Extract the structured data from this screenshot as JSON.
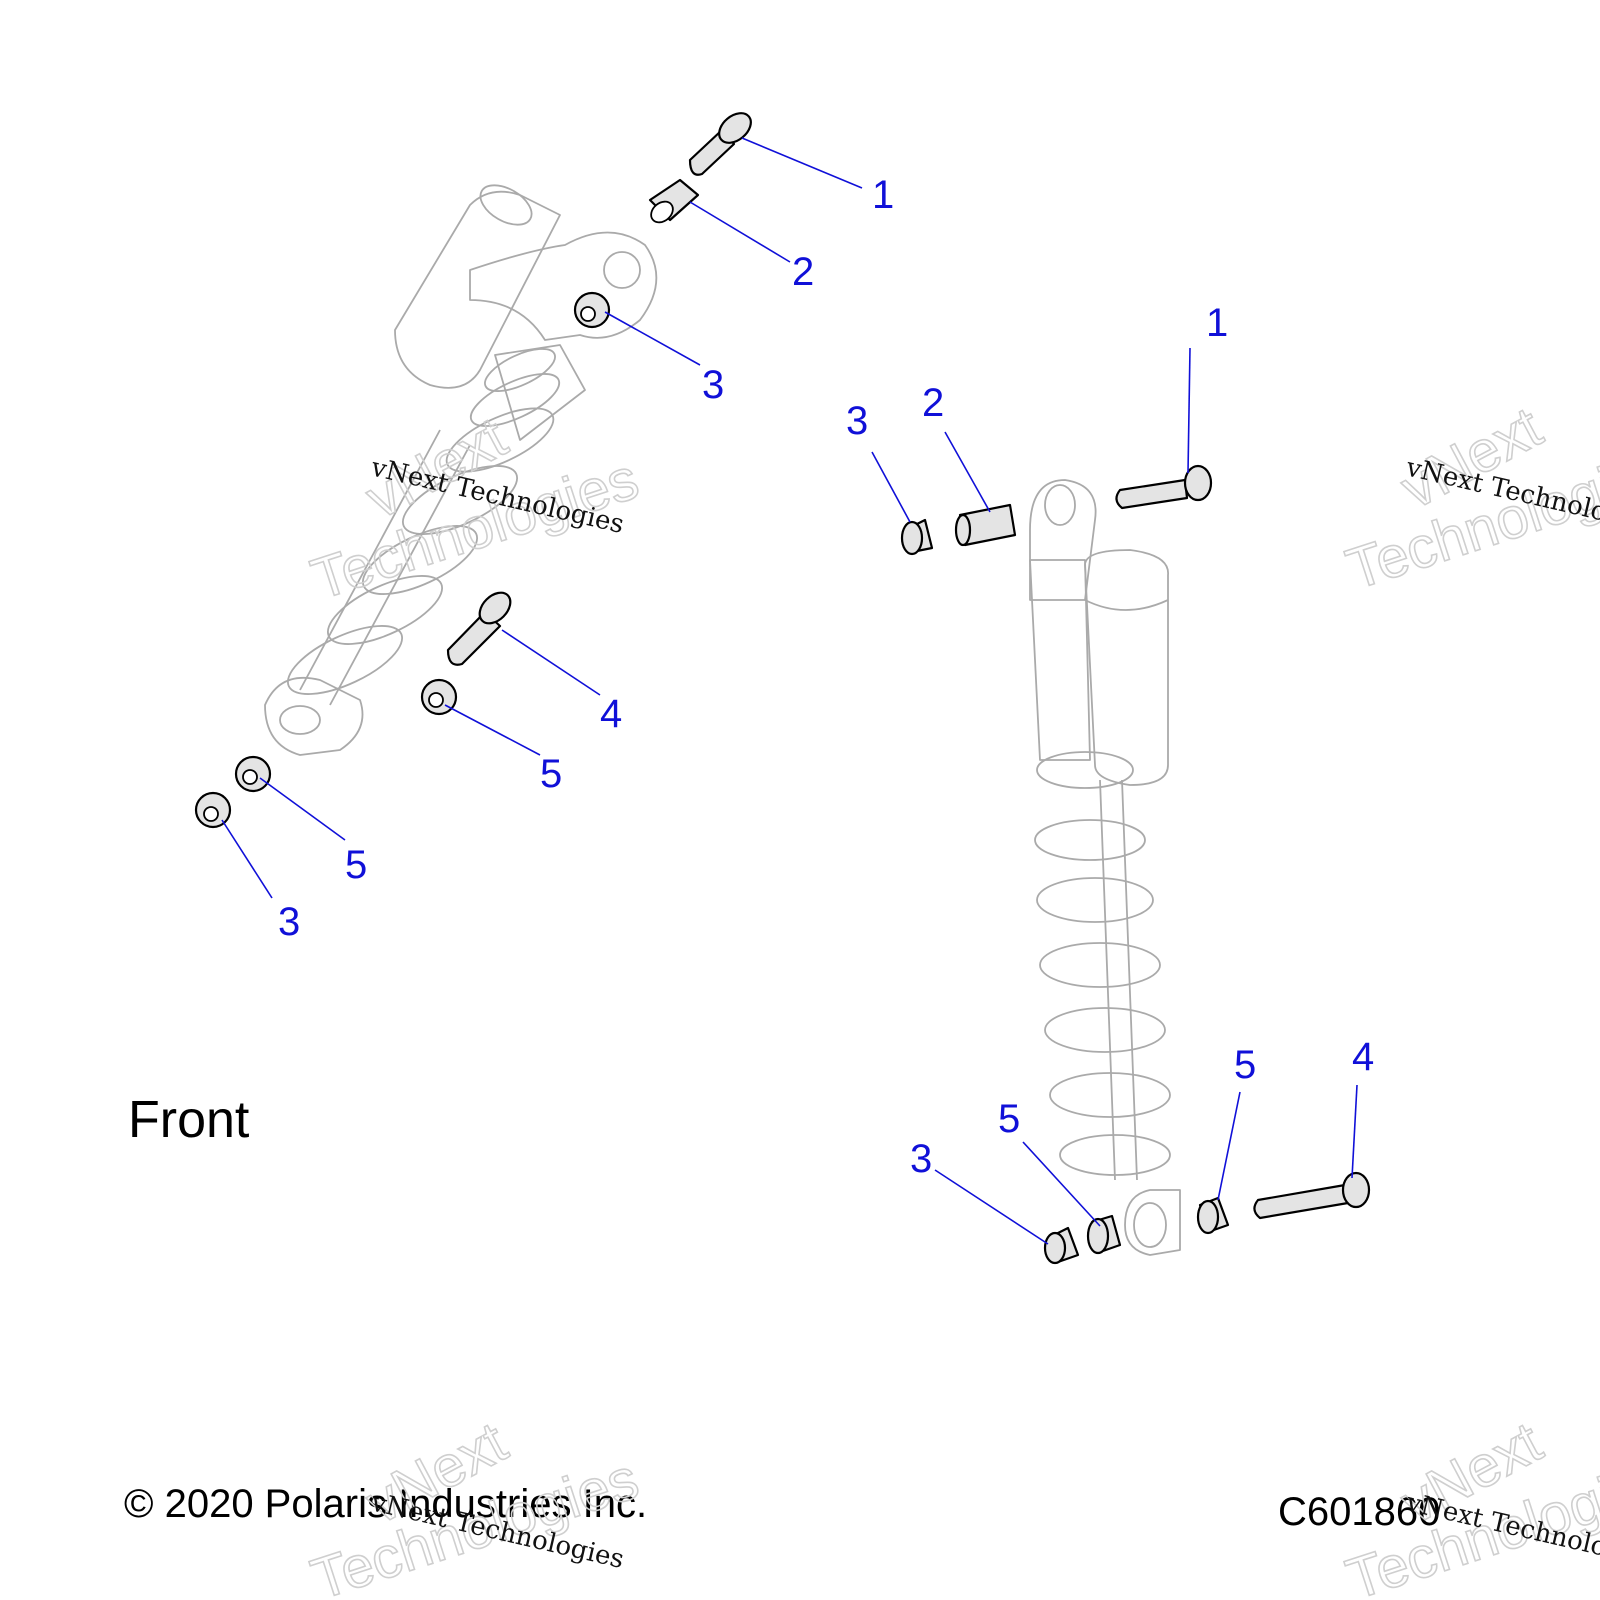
{
  "diagram": {
    "front_label": "Front",
    "copyright": "© 2020 Polaris Industries Inc.",
    "figure_code": "C601860",
    "watermark_small": "vNext Technologies",
    "watermark_big_1": "vNext",
    "watermark_big_2": "Technologies",
    "callouts": {
      "left_1": "1",
      "left_2": "2",
      "left_3_top": "3",
      "left_4": "4",
      "left_5_upper": "5",
      "left_5_lower": "5",
      "left_3_bottom": "3",
      "right_1": "1",
      "right_2": "2",
      "right_3_top": "3",
      "right_4": "4",
      "right_5_right": "5",
      "right_5_left": "5",
      "right_3_bottom": "3"
    }
  },
  "colors": {
    "callout": "#1010d8",
    "part_fill": "#e4e4e4",
    "ghost_line": "#aaaaaa"
  }
}
